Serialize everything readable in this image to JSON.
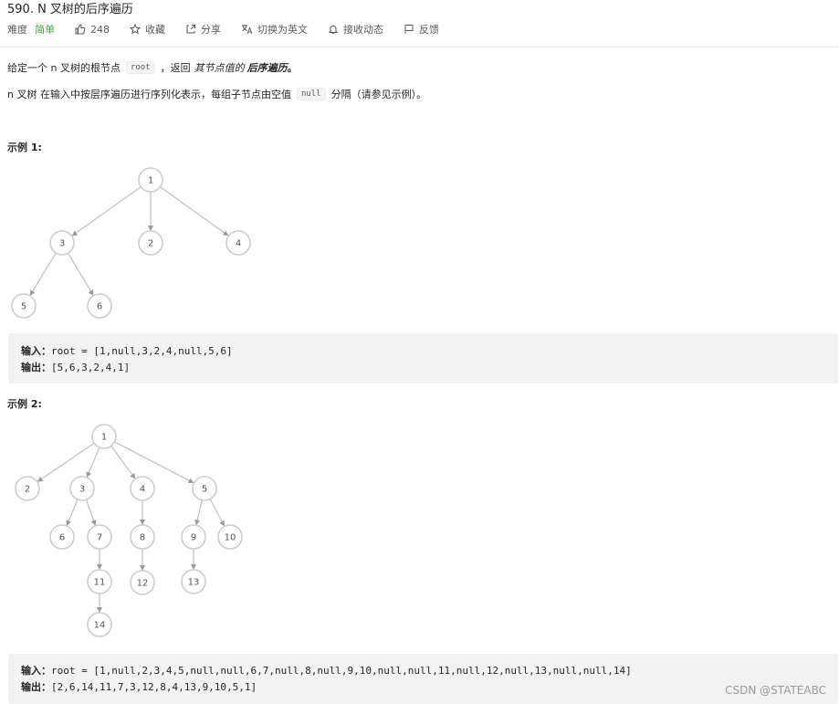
{
  "problem": {
    "title": "590. N 叉树的后序遍历",
    "difficulty_label": "难度",
    "difficulty_value": "简单",
    "likes": "248",
    "favorite_label": "收藏",
    "share_label": "分享",
    "translate_label": "切换为英文",
    "notify_label": "接收动态",
    "feedback_label": "反馈"
  },
  "description": {
    "line1_a": "给定一个 n 叉树的根节点",
    "line1_code": "root",
    "line1_b": "，返回",
    "line1_c": "其节点值的",
    "line1_d": "后序遍历",
    "line1_e": "。",
    "line2_a": "n 叉树 在输入中按层序遍历进行序列化表示，每组子节点由空值",
    "line2_code": "null",
    "line2_b": "分隔（请参见示例）。"
  },
  "example1": {
    "label": "示例 1:",
    "input_label": "输入：",
    "input_value": "root = [1,null,3,2,4,null,5,6]",
    "output_label": "输出：",
    "output_value": "[5,6,3,2,4,1]",
    "nodes": [
      {
        "id": "1"
      },
      {
        "id": "3"
      },
      {
        "id": "2"
      },
      {
        "id": "4"
      },
      {
        "id": "5"
      },
      {
        "id": "6"
      }
    ]
  },
  "example2": {
    "label": "示例 2:",
    "input_label": "输入：",
    "input_value": "root = [1,null,2,3,4,5,null,null,6,7,null,8,null,9,10,null,null,11,null,12,null,13,null,null,14]",
    "output_label": "输出：",
    "output_value": "[2,6,14,11,7,3,12,8,4,13,9,10,5,1]",
    "nodes": [
      {
        "id": "1"
      },
      {
        "id": "2"
      },
      {
        "id": "3"
      },
      {
        "id": "4"
      },
      {
        "id": "5"
      },
      {
        "id": "6"
      },
      {
        "id": "7"
      },
      {
        "id": "8"
      },
      {
        "id": "9"
      },
      {
        "id": "10"
      },
      {
        "id": "11"
      },
      {
        "id": "12"
      },
      {
        "id": "13"
      },
      {
        "id": "14"
      }
    ]
  },
  "watermark": "CSDN @STATEABC",
  "colors": {
    "easy": "#43a047",
    "code_bg": "#f2f2f2",
    "node_stroke": "#cccccc",
    "edge": "#bfbfbf"
  }
}
